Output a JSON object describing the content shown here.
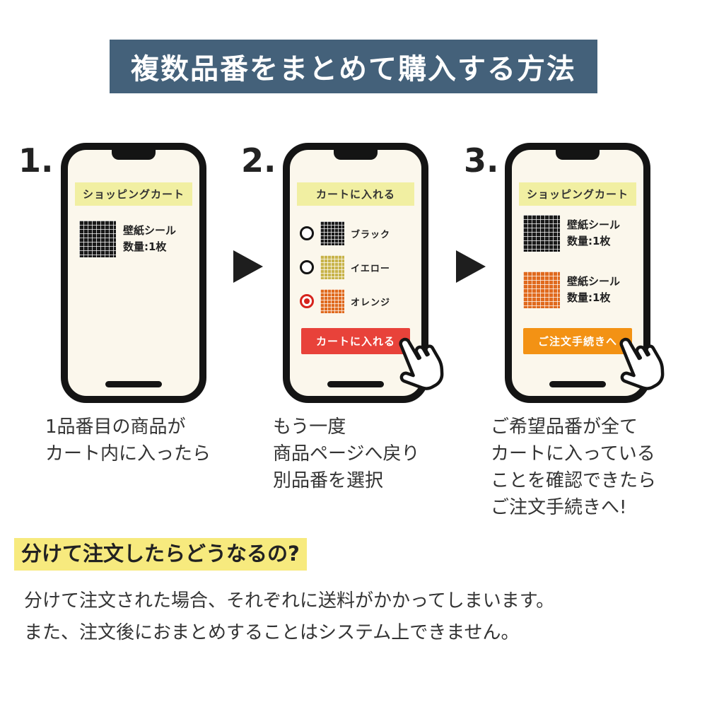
{
  "banner": {
    "title": "複数品番をまとめて購入する方法"
  },
  "steps": [
    {
      "number": "1.",
      "screen_title": "ショッピングカート",
      "items": [
        {
          "name": "壁紙シール",
          "qty": "数量:1枚",
          "swatch": "black"
        }
      ],
      "caption": [
        "1品番目の商品が",
        "カート内に入ったら"
      ]
    },
    {
      "number": "2.",
      "screen_title": "カートに入れる",
      "options": [
        {
          "label": "ブラック",
          "swatch": "black",
          "selected": false
        },
        {
          "label": "イエロー",
          "swatch": "yellow",
          "selected": false
        },
        {
          "label": "オレンジ",
          "swatch": "orange",
          "selected": true
        }
      ],
      "button_label": "カートに入れる",
      "caption": [
        "もう一度",
        "商品ページへ戻り",
        "別品番を選択"
      ]
    },
    {
      "number": "3.",
      "screen_title": "ショッピングカート",
      "items": [
        {
          "name": "壁紙シール",
          "qty": "数量:1枚",
          "swatch": "black"
        },
        {
          "name": "壁紙シール",
          "qty": "数量:1枚",
          "swatch": "orange"
        }
      ],
      "button_label": "ご注文手続きへ",
      "caption": [
        "ご希望品番が全て",
        "カートに入っている",
        "ことを確認できたら",
        "ご注文手続きへ!"
      ]
    }
  ],
  "faq": {
    "heading": "分けて注文したらどうなるの?",
    "body": [
      "分けて注文された場合、それぞれに送料がかかってしまいます。",
      "また、注文後におまとめすることはシステム上できません。"
    ]
  },
  "icons": {
    "arrow": "right-triangle-arrow",
    "hand": "hand-cursor"
  },
  "colors": {
    "banner_bg": "#44617a",
    "phone_screen_bg": "#fbf7ec",
    "screen_header_bg": "#f1efa2",
    "add_button_red": "#e8423a",
    "checkout_button_orange": "#f39214",
    "heading_highlight": "#f7ea7e",
    "swatch_black": "#191919",
    "swatch_yellow": "#c8b44a",
    "swatch_orange": "#e06a1e",
    "radio_selected_red": "#d6231c"
  }
}
